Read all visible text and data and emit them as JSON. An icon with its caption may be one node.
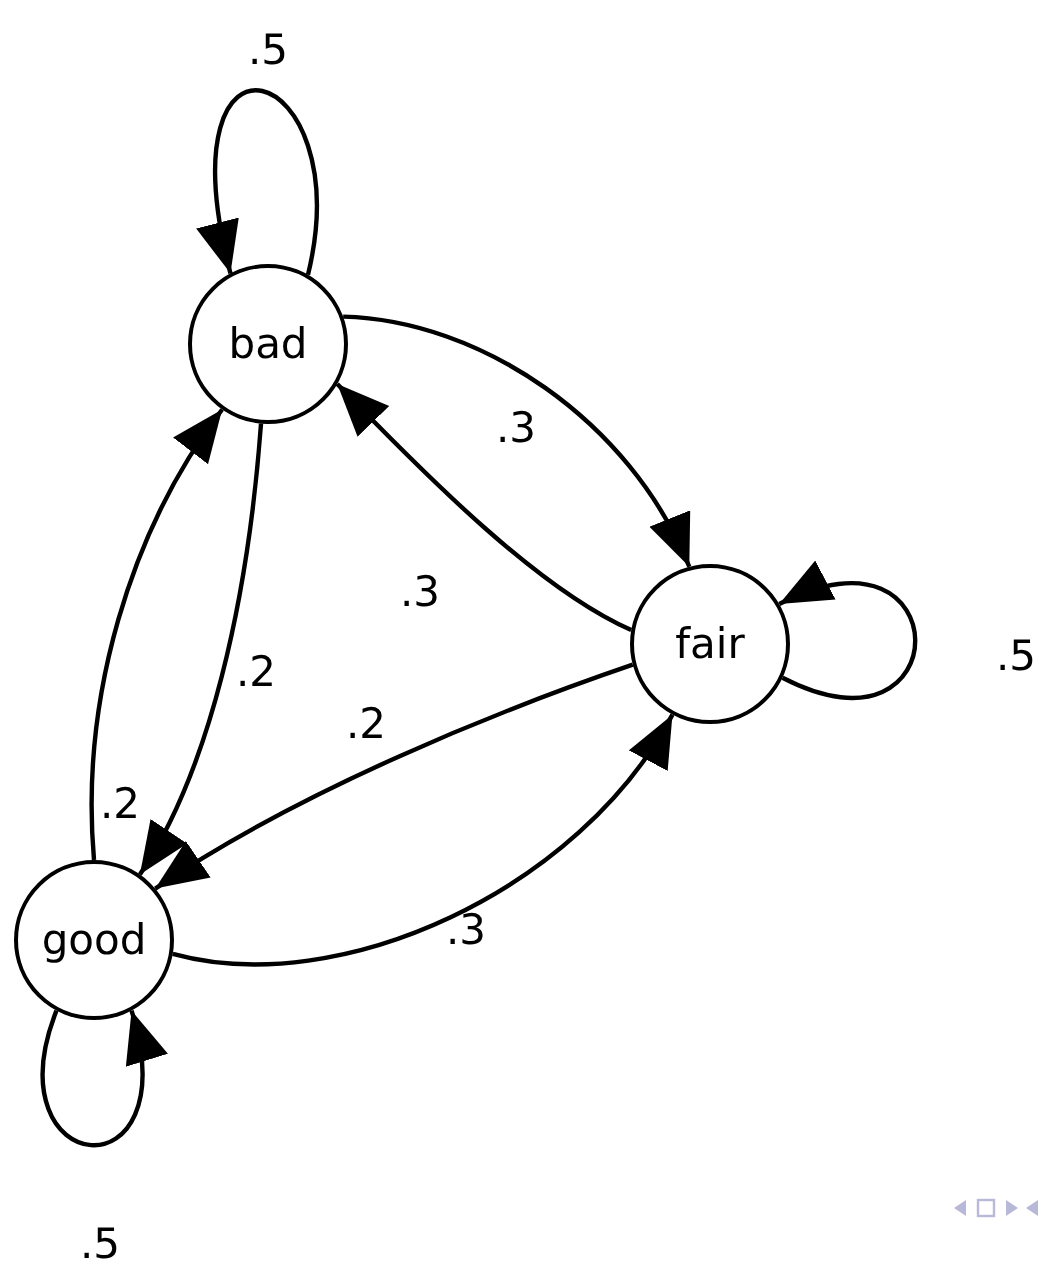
{
  "diagram": {
    "nodes": [
      {
        "text": [
          "bad"
        ]
      },
      {
        "text": [
          "fair"
        ]
      },
      {
        "text": [
          "good"
        ]
      }
    ],
    "edges": [
      {
        "from": 0,
        "to": 0,
        "arrow": "to",
        "label": ".5"
      },
      {
        "from": 0,
        "to": 1,
        "arrow": "to",
        "label": ".3"
      },
      {
        "from": 1,
        "to": 0,
        "arrow": "to",
        "label": ".3"
      },
      {
        "from": 0,
        "to": 2,
        "arrow": "to",
        "label": ".2"
      },
      {
        "from": 2,
        "to": 0,
        "arrow": "to",
        "label": ".2"
      },
      {
        "from": 1,
        "to": 2,
        "arrow": "to",
        "label": ".2"
      },
      {
        "from": 2,
        "to": 1,
        "arrow": "to",
        "label": ".3"
      },
      {
        "from": 1,
        "to": 1,
        "arrow": "to",
        "label": ".5"
      },
      {
        "from": 2,
        "to": 2,
        "arrow": "to",
        "label": ".5"
      }
    ]
  }
}
